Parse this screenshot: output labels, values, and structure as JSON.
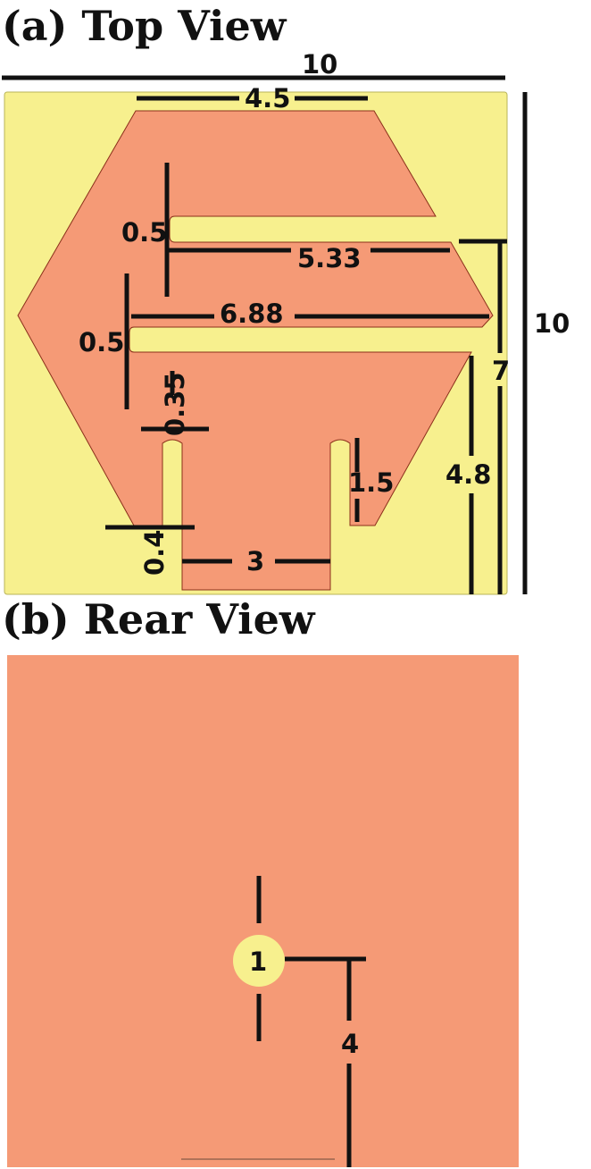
{
  "top_view": {
    "title": "(a) Top View",
    "dimensions": {
      "substrate_width": "10",
      "substrate_height": "10",
      "top_edge": "4.5",
      "slot1_width": "0.5",
      "slot1_length": "5.33",
      "wide_width": "6.88",
      "slot2_width": "0.5",
      "notch_gap": "0.35",
      "right_height": "7",
      "right_lower_height": "4.8",
      "notch_depth": "1.5",
      "notch_width": "0.4",
      "feed_width": "3"
    }
  },
  "rear_view": {
    "title": "(b) Rear View",
    "via_diameter": "1",
    "via_offset": "4"
  },
  "colors": {
    "substrate": "#f7f08e",
    "copper": "#f59a76",
    "dimension_lines": "#111111"
  }
}
